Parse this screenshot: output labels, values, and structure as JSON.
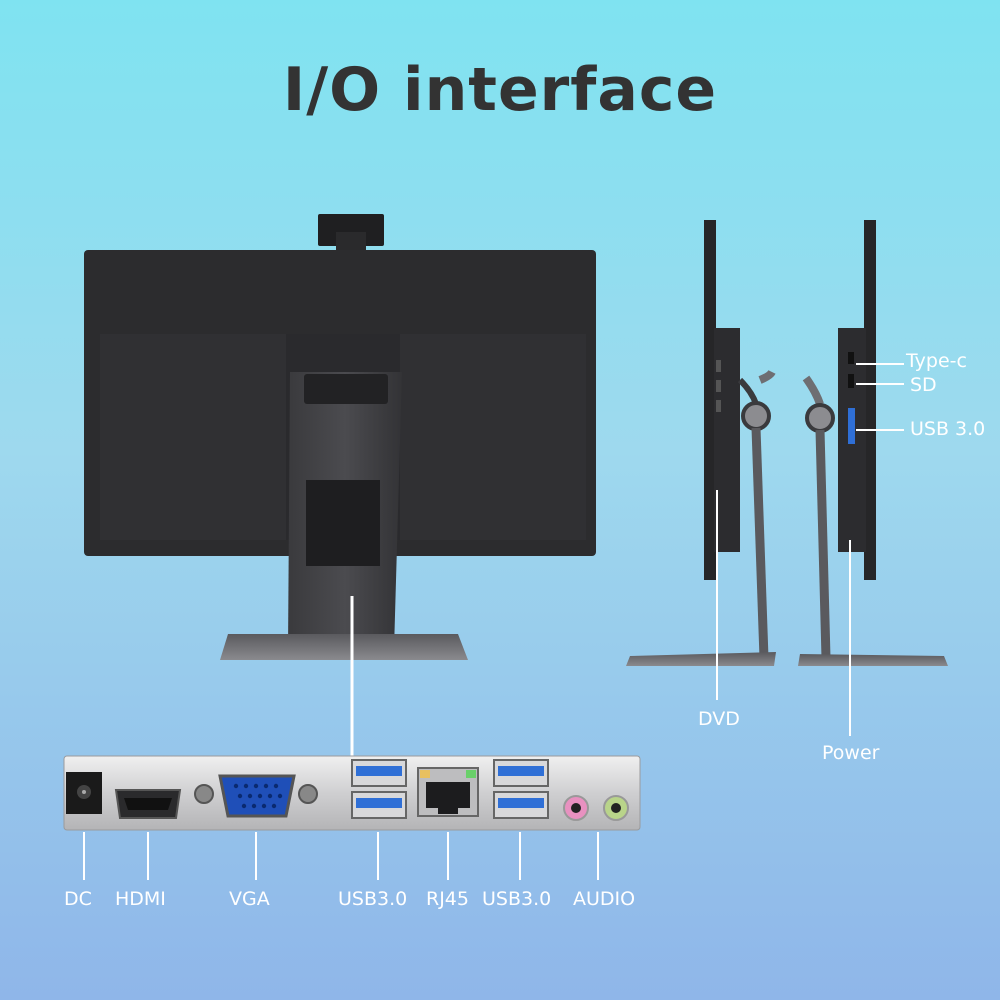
{
  "title": "I/O interface",
  "colors": {
    "background_top": "#7fe3f1",
    "background_bottom": "#8fb6e9",
    "title": "#333333",
    "label": "#ffffff",
    "monitor": "#2c2c2e",
    "usb_blue": "#2f6fd6"
  },
  "side_ports": {
    "type_c": "Type-c",
    "sd": "SD",
    "usb3": "USB 3.0",
    "dvd": "DVD",
    "power": "Power"
  },
  "rear_ports": {
    "dc": "DC",
    "hdmi": "HDMI",
    "vga": "VGA",
    "usb_left": "USB3.0",
    "rj45": "RJ45",
    "usb_right": "USB3.0",
    "audio": "AUDIO"
  }
}
